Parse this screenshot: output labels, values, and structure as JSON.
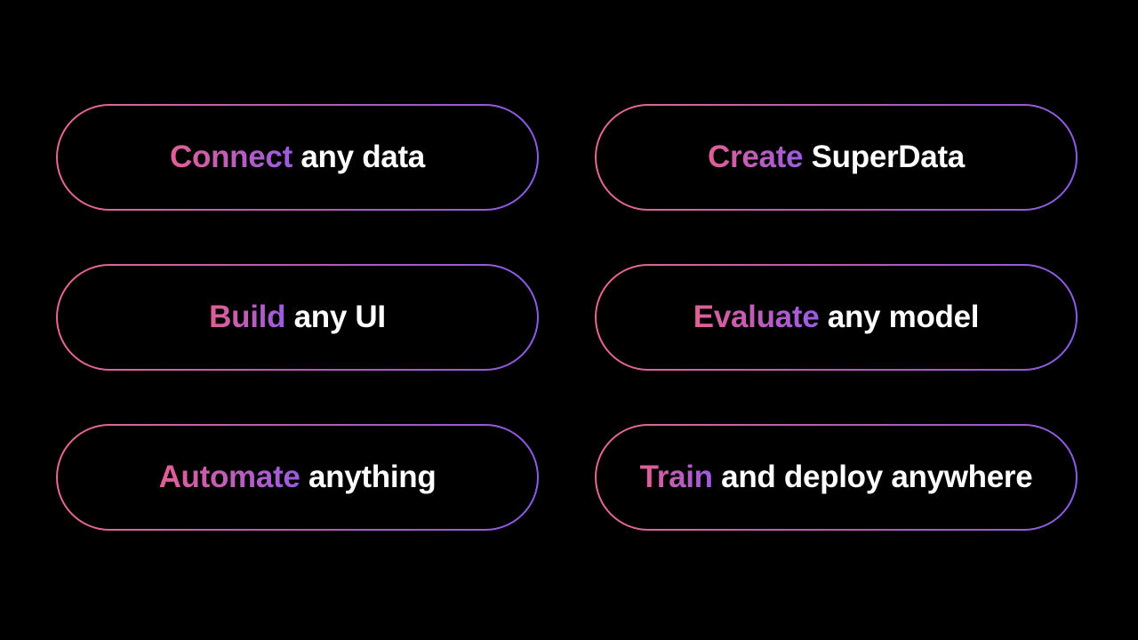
{
  "page": {
    "background_color": "#000000"
  },
  "theme": {
    "pill_border_gradient": [
      "#e8688f",
      "#b75bb0",
      "#8b5ce6"
    ],
    "highlight_word_gradient": [
      "#e25f93",
      "#9a5ce0"
    ],
    "body_text_color": "#ffffff"
  },
  "pills": [
    {
      "highlight": "Connect",
      "rest": " any data"
    },
    {
      "highlight": "Create",
      "rest": " SuperData"
    },
    {
      "highlight": "Build",
      "rest": " any UI"
    },
    {
      "highlight": "Evaluate",
      "rest": " any model"
    },
    {
      "highlight": "Automate",
      "rest": " anything"
    },
    {
      "highlight": "Train",
      "rest": " and deploy anywhere"
    }
  ]
}
